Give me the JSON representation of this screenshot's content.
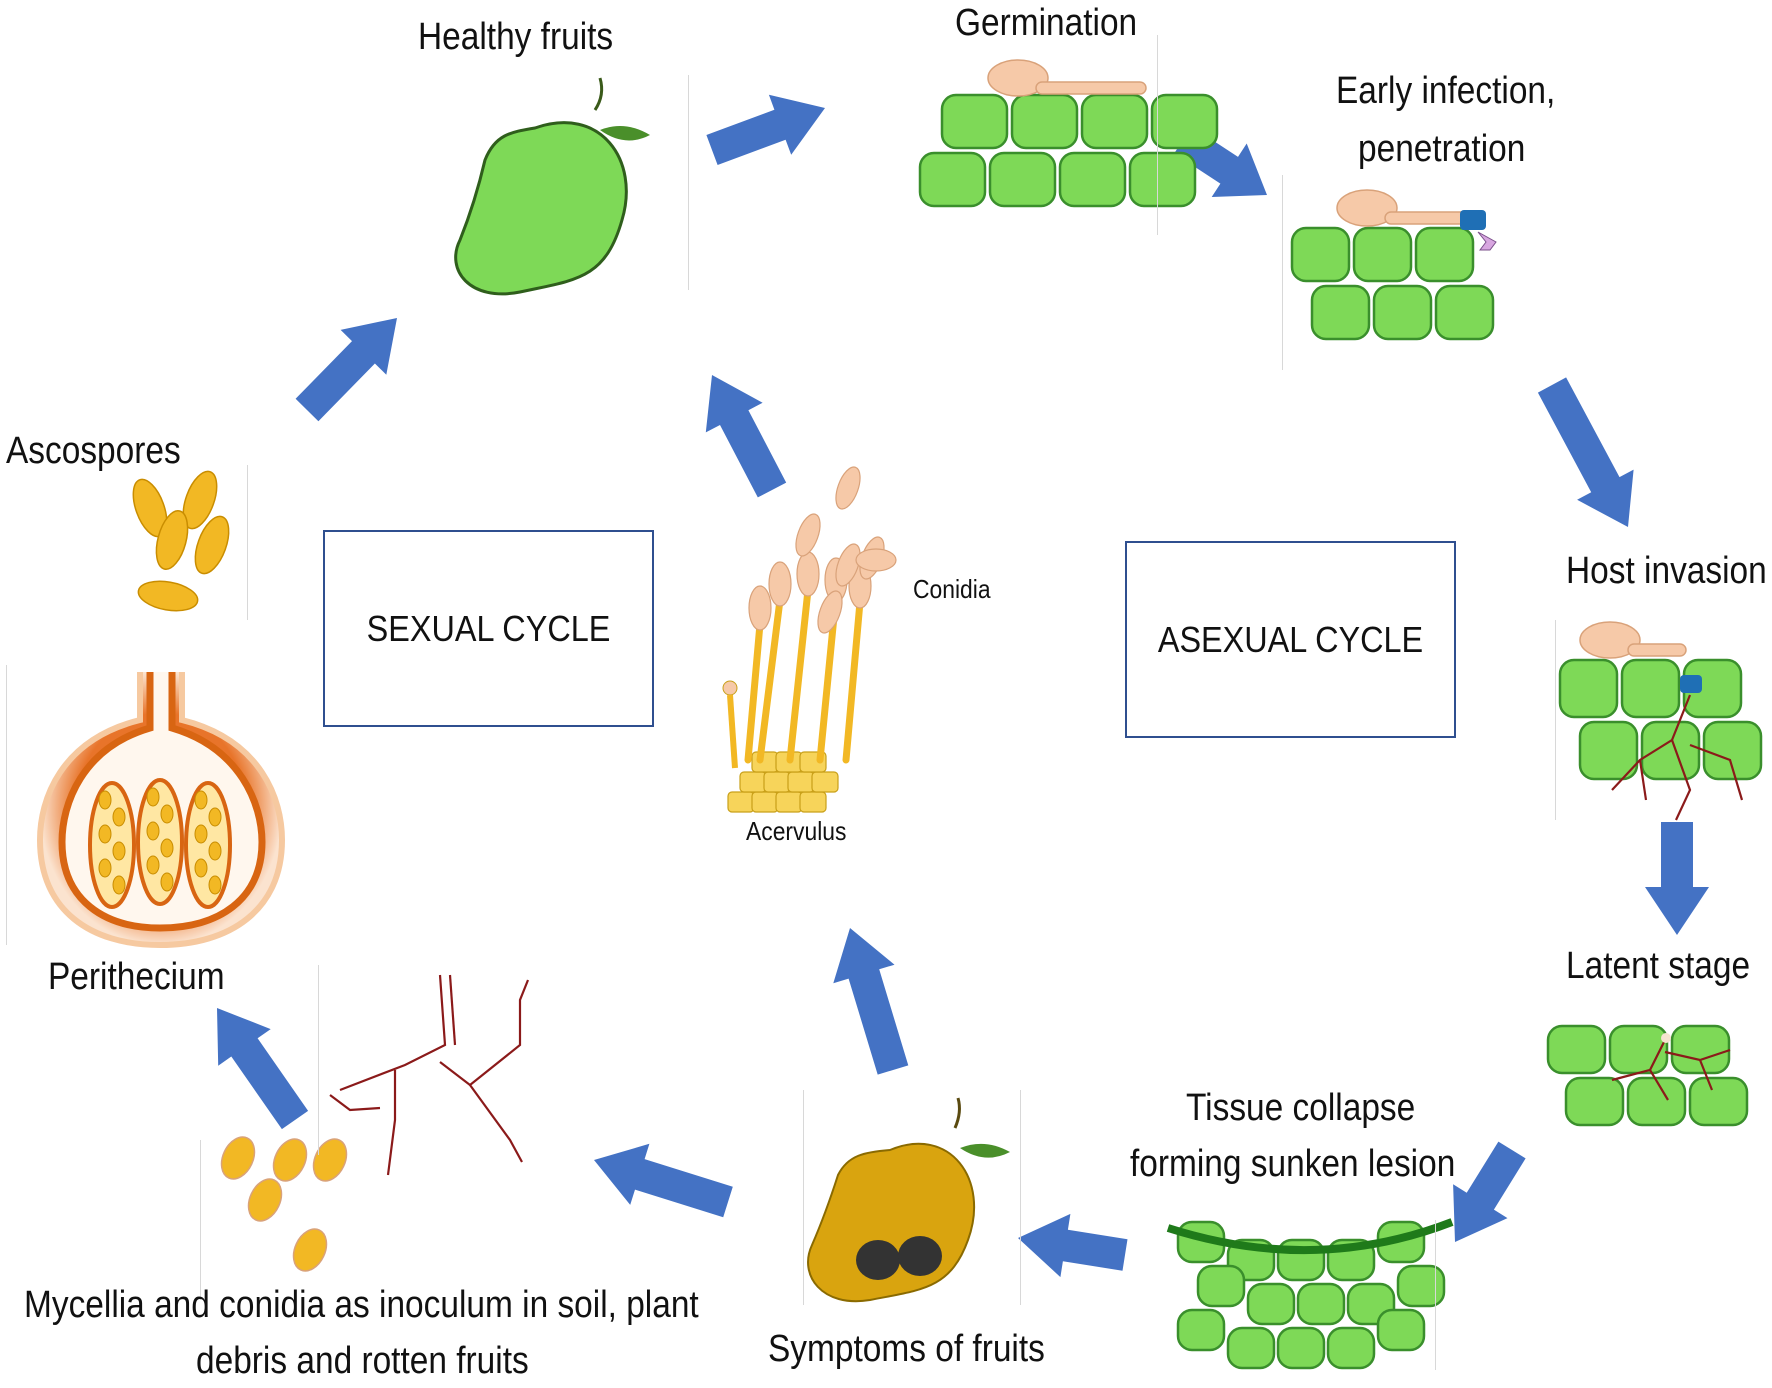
{
  "colors": {
    "arrow": "#4472C4",
    "cell_fill": "#7ed957",
    "cell_stroke": "#3a8f2c",
    "spore": "#f2b824",
    "spore_stroke": "#c98d00",
    "conidium": "#f6c9a8",
    "appressorium": "#1f6fb5",
    "hypha": "#8b1a1a",
    "fruit_green": "#7ed957",
    "fruit_diseased": "#d9a40f",
    "lesion": "#333333",
    "peri_outer": "#d86512",
    "peri_inner": "#f6d3b3"
  },
  "labels": {
    "healthy_fruits": "Healthy fruits",
    "germination": "Germination",
    "early_infection_1": "Early infection,",
    "early_infection_2": "penetration",
    "host_invasion": "Host invasion",
    "latent_stage": "Latent stage",
    "tissue_collapse_1": "Tissue collapse",
    "tissue_collapse_2": "forming sunken lesion",
    "symptoms": "Symptoms of fruits",
    "mycelia_1": "Mycellia and conidia as inoculum in soil, plant",
    "mycelia_2": "debris and rotten fruits",
    "perithecium": "Perithecium",
    "ascospores": "Ascospores",
    "conidia": "Conidia",
    "acervulus": "Acervulus"
  },
  "boxes": {
    "sexual": "SEXUAL CYCLE",
    "asexual": "ASEXUAL CYCLE"
  }
}
